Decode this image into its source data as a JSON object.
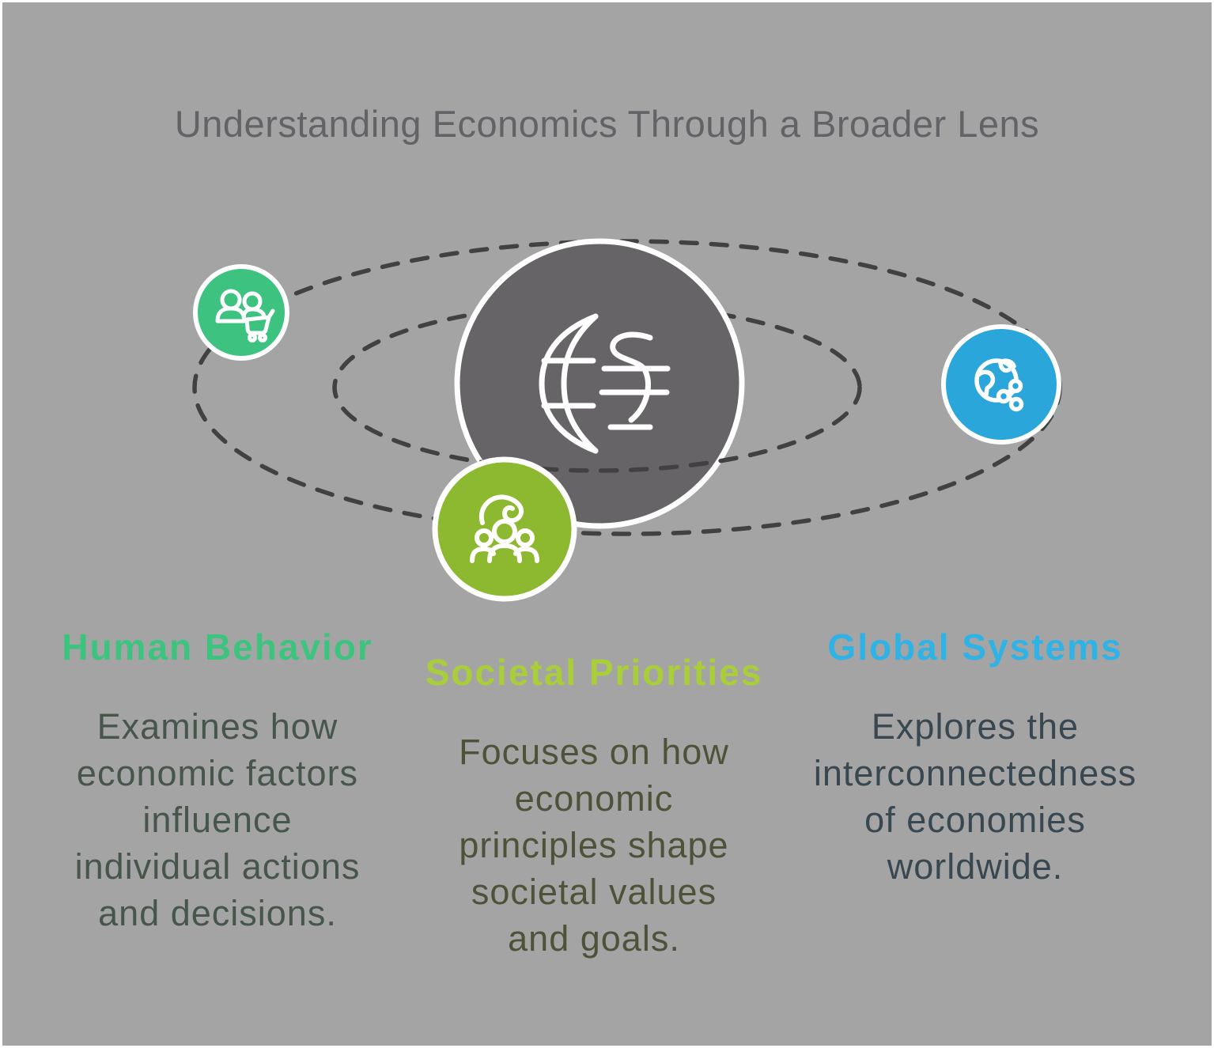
{
  "title": {
    "text": "Understanding Economics Through a Broader Lens",
    "color": "#626366"
  },
  "canvas": {
    "background": "#a5a4a4",
    "frame_color": "#ffffff",
    "orbit_color": "#414141",
    "center_circle_color": "#666466",
    "icon_stroke": "#ffffff",
    "center_icon": "globe-currency-icon"
  },
  "sections": [
    {
      "id": "human-behavior",
      "heading": "Human Behavior",
      "accent": "#3cc47f",
      "satellite_color": "#3ec27f",
      "body_color": "#47564b",
      "icon": "people-shopping-cart-icon",
      "description_lines": [
        "Examines how",
        "economic factors",
        "influence",
        "individual actions",
        "and decisions."
      ]
    },
    {
      "id": "societal-priorities",
      "heading": "Societal Priorities",
      "accent": "#a9ce39",
      "satellite_color": "#8cb92f",
      "body_color": "#4e5239",
      "icon": "hand-over-community-icon",
      "description_lines": [
        "Focuses on how",
        "economic",
        "principles shape",
        "societal values",
        "and goals."
      ]
    },
    {
      "id": "global-systems",
      "heading": "Global Systems",
      "accent": "#2fb2e5",
      "satellite_color": "#2aa6da",
      "body_color": "#384750",
      "icon": "globe-network-icon",
      "description_lines": [
        "Explores the",
        "interconnectedness",
        "of economies",
        "worldwide."
      ]
    }
  ]
}
